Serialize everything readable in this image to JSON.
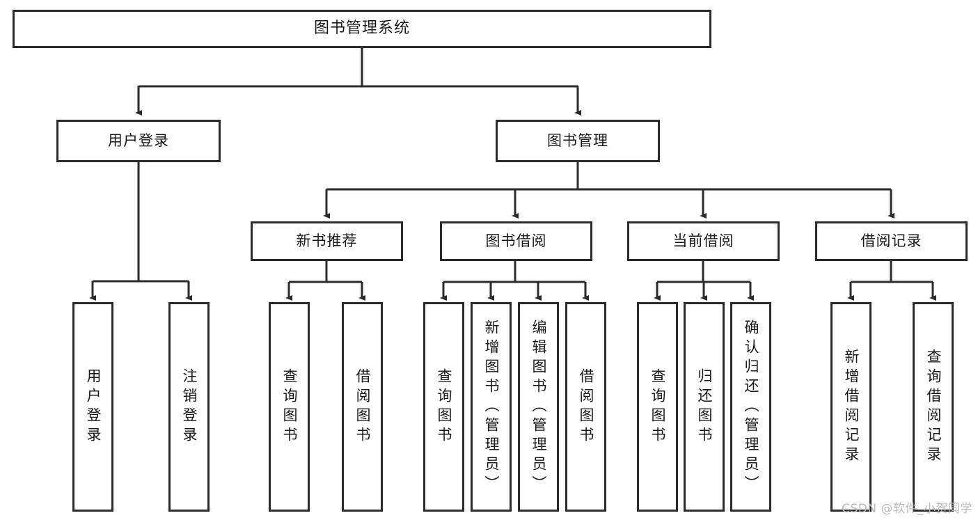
{
  "diagram": {
    "title": "图书管理系统",
    "type": "hierarchy-tree",
    "root": {
      "label": "图书管理系统"
    },
    "level2": [
      {
        "id": "user-login",
        "label": "用户登录"
      },
      {
        "id": "book-management",
        "label": "图书管理"
      }
    ],
    "level3": [
      {
        "id": "new-book-recommend",
        "label": "新书推荐",
        "parent": "book-management"
      },
      {
        "id": "book-borrow",
        "label": "图书借阅",
        "parent": "book-management"
      },
      {
        "id": "current-borrow",
        "label": "当前借阅",
        "parent": "book-management"
      },
      {
        "id": "borrow-record",
        "label": "借阅记录",
        "parent": "book-management"
      }
    ],
    "leaves": [
      {
        "id": "leaf-user-login",
        "label": "用户登录",
        "parent": "user-login"
      },
      {
        "id": "leaf-logout-login",
        "label": "注销登录",
        "parent": "user-login"
      },
      {
        "id": "leaf-query-book-1",
        "label": "查询图书",
        "parent": "new-book-recommend"
      },
      {
        "id": "leaf-borrow-book-1",
        "label": "借阅图书",
        "parent": "new-book-recommend"
      },
      {
        "id": "leaf-query-book-2",
        "label": "查询图书",
        "parent": "book-borrow"
      },
      {
        "id": "leaf-add-book",
        "label": "新增图书（管理员）",
        "parent": "book-borrow"
      },
      {
        "id": "leaf-edit-book",
        "label": "编辑图书（管理员）",
        "parent": "book-borrow"
      },
      {
        "id": "leaf-borrow-book-2",
        "label": "借阅图书",
        "parent": "book-borrow"
      },
      {
        "id": "leaf-query-book-3",
        "label": "查询图书",
        "parent": "current-borrow"
      },
      {
        "id": "leaf-return-book",
        "label": "归还图书",
        "parent": "current-borrow"
      },
      {
        "id": "leaf-confirm-return",
        "label": "确认归还（管理员）",
        "parent": "current-borrow"
      },
      {
        "id": "leaf-add-record",
        "label": "新增借阅记录",
        "parent": "borrow-record"
      },
      {
        "id": "leaf-query-record",
        "label": "查询借阅记录",
        "parent": "borrow-record"
      }
    ]
  },
  "watermark": {
    "text": "CSDN @软件_小贺同学"
  },
  "colors": {
    "stroke": "#2b2b2b",
    "background": "#ffffff",
    "text": "#1a1a1a",
    "watermark": "#b9b9b9"
  }
}
